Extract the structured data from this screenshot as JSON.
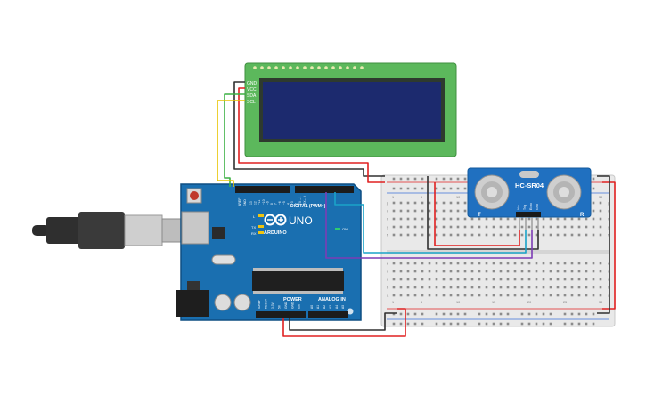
{
  "lcd": {
    "pins": [
      "GND",
      "VCC",
      "SDA",
      "SCL"
    ]
  },
  "sensor": {
    "model": "HC-SR04",
    "pins": [
      "Vcc",
      "Trig",
      "Echo",
      "Gnd"
    ],
    "side_t": "T",
    "side_r": "R"
  },
  "arduino": {
    "logo_text": "UNO",
    "brand": "ARDUINO",
    "digital_label": "DIGITAL (PWM~)",
    "power_label": "POWER",
    "analog_label": "ANALOG IN",
    "aref": "AREF",
    "gnd": "GND",
    "led_labels": [
      "L",
      "TX",
      "RX"
    ],
    "on_label": "ON",
    "digital_pins": [
      "13",
      "12",
      "~11",
      "~10",
      "~9",
      "8",
      "7",
      "~6",
      "~5",
      "4",
      "~3",
      "2",
      "TX→1",
      "RX←0"
    ],
    "power_pins": [
      "IOREF",
      "RESET",
      "3.3V",
      "5V",
      "GND",
      "GND",
      "Vin"
    ],
    "analog_pins": [
      "A0",
      "A1",
      "A2",
      "A3",
      "A4",
      "A5"
    ]
  },
  "breadboard": {
    "columns": [
      "1",
      "5",
      "10",
      "15",
      "20",
      "25",
      "30"
    ],
    "rows_top": [
      "j",
      "i",
      "h",
      "g",
      "f"
    ],
    "rows_bottom": [
      "e",
      "d",
      "c",
      "b",
      "a"
    ]
  },
  "colors": {
    "wire_red": "#e02020",
    "wire_black": "#303030",
    "wire_yellow": "#e8c400",
    "wire_green": "#3cb043",
    "wire_purple": "#7d3cb5",
    "wire_teal": "#1aa3c8",
    "board_blue": "#1a6fb0",
    "lcd_green": "#5cb85c",
    "lcd_screen": "#1c2a6e"
  }
}
